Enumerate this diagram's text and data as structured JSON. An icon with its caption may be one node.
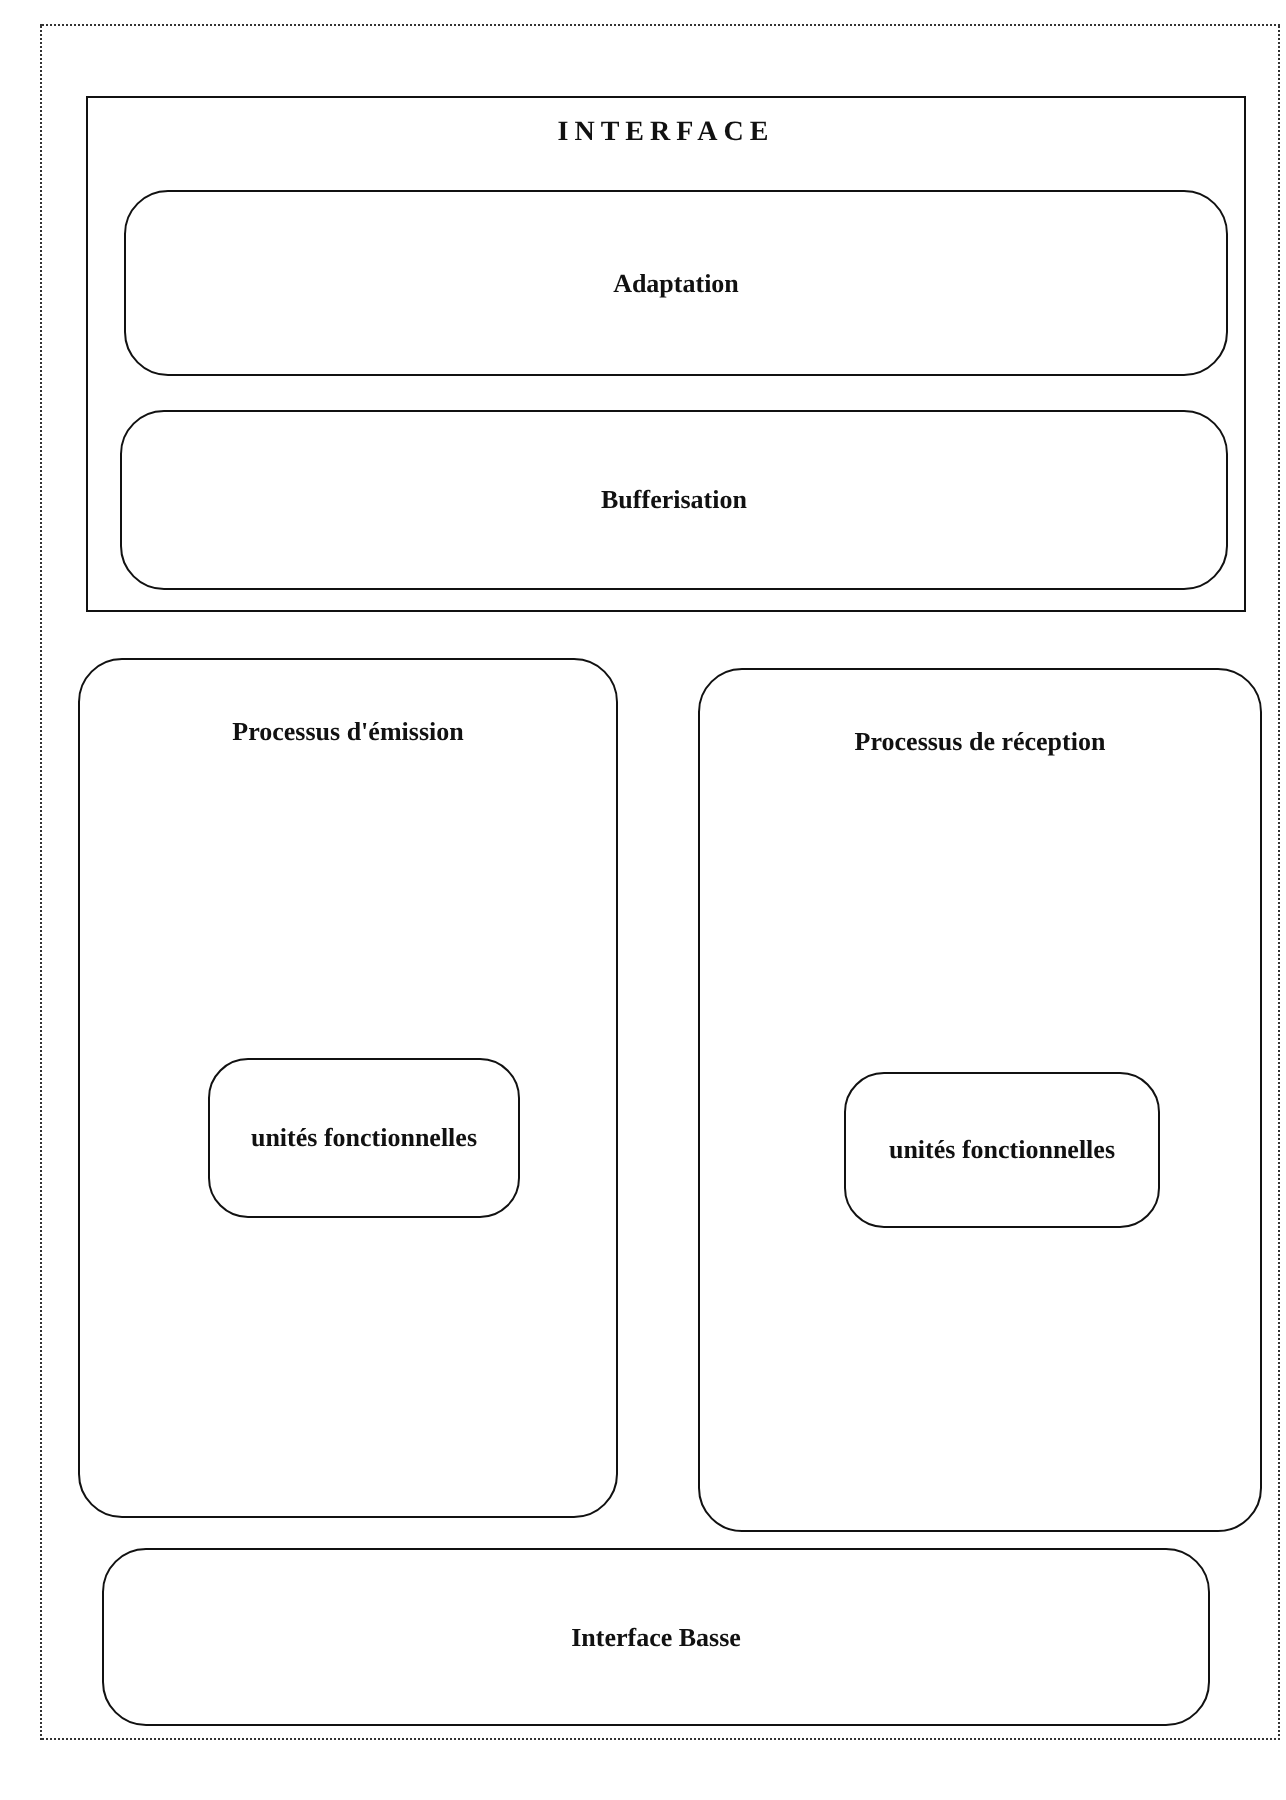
{
  "diagram": {
    "nodes": [
      {
        "text": [],
        "shape": "box"
      },
      {
        "text": [
          "INTERFACE"
        ],
        "in": 0
      },
      {
        "text": [
          "Adaptation"
        ],
        "in": 1
      },
      {
        "text": [
          "Bufferisation"
        ],
        "in": 1
      },
      {
        "text": [
          "Processus d'émission"
        ],
        "in": 0
      },
      {
        "text": [
          "unités fonctionnelles"
        ],
        "in": 4
      },
      {
        "text": [
          "Processus de réception"
        ],
        "in": 0
      },
      {
        "text": [
          "unités fonctionnelles"
        ],
        "in": 6
      },
      {
        "text": [
          "Interface Basse"
        ],
        "in": 0
      }
    ]
  }
}
